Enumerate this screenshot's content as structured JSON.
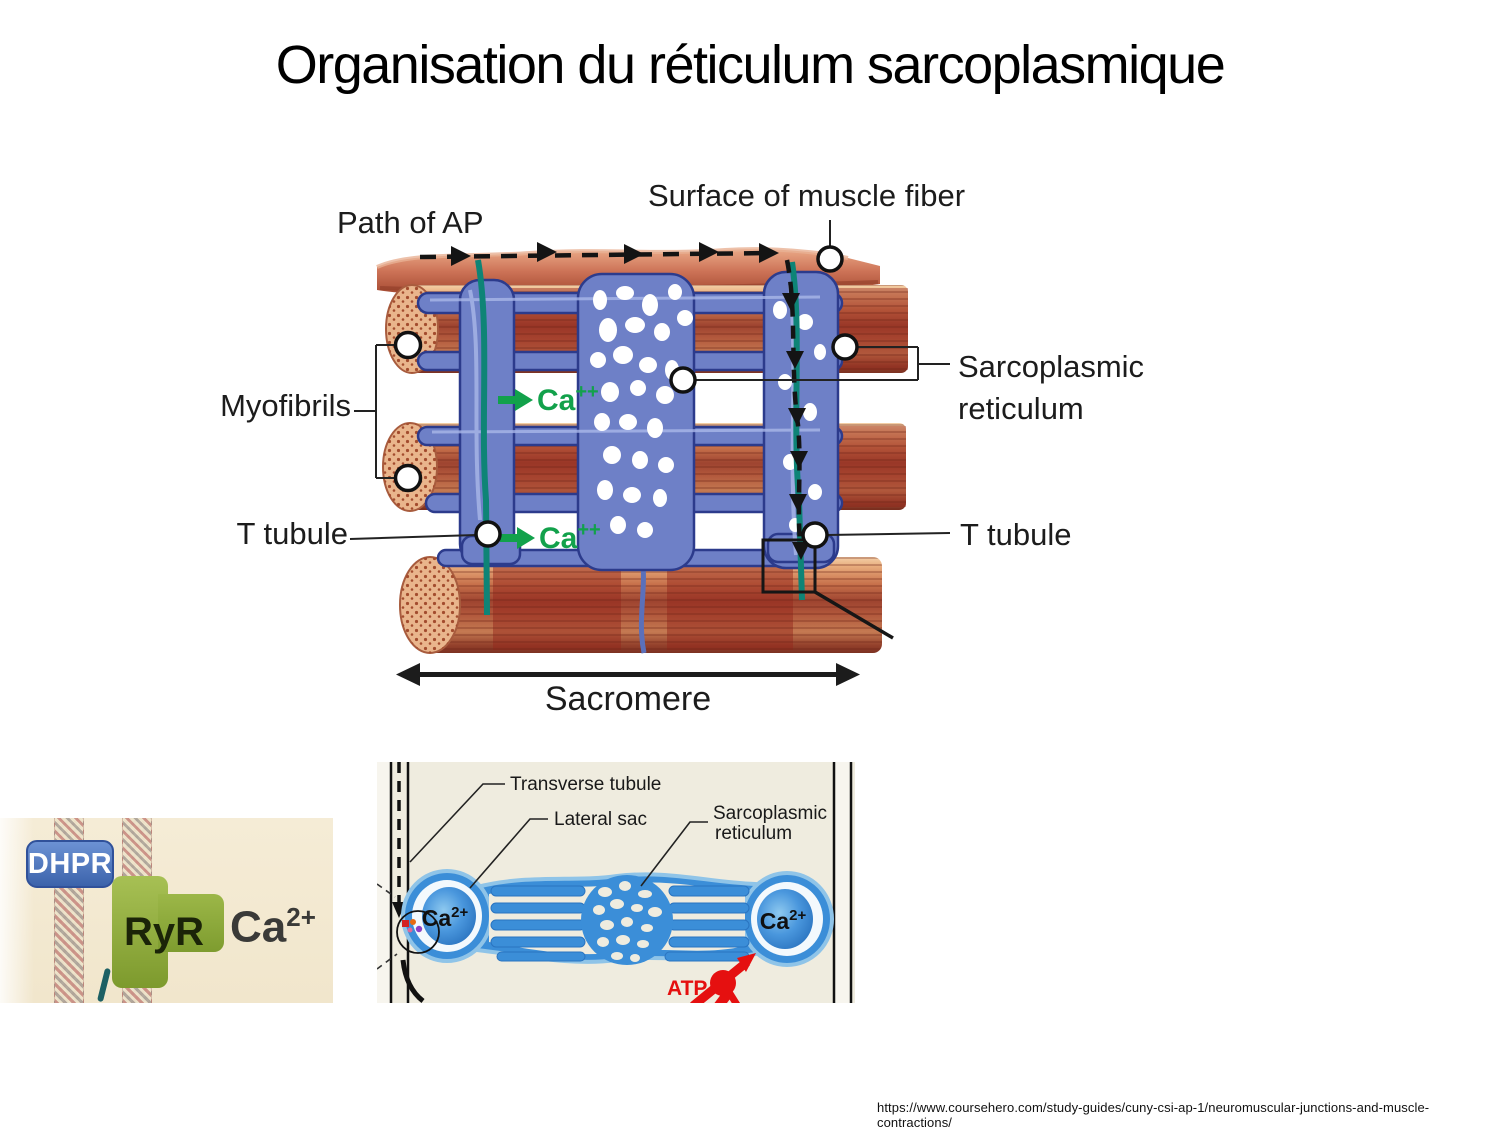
{
  "slide": {
    "title": "Organisation du réticulum sarcoplasmique",
    "citation": "https://www.coursehero.com/study-guides/cuny-csi-ap-1/neuromuscular-junctions-and-muscle-contractions/"
  },
  "main_diagram": {
    "labels": {
      "path_of_ap": "Path of AP",
      "surface_of_muscle_fiber": "Surface of muscle fiber",
      "myofibrils": "Myofibrils",
      "sarcoplasmic_reticulum_line1": "Sarcoplasmic",
      "sarcoplasmic_reticulum_line2": "reticulum",
      "t_tubule": "T tubule",
      "sarcomere": "Sacromere",
      "calcium_base": "Ca",
      "calcium_sup": "++"
    }
  },
  "dhpr_figure": {
    "dhpr_label": "DHPR",
    "ryr_label": "RyR",
    "calcium_base": "Ca",
    "calcium_sup": "2+"
  },
  "triad_figure": {
    "labels": {
      "transverse_tubule": "Transverse tubule",
      "lateral_sac": "Lateral sac",
      "sarcoplasmic_reticulum_line1": "Sarcoplasmic",
      "sarcoplasmic_reticulum_line2": "reticulum",
      "atp": "ATP",
      "calcium_base": "Ca",
      "calcium_sup": "2+"
    }
  },
  "colors": {
    "calcium_green": "#12a14b",
    "sr_blue": "#6e80c7",
    "sr_outline_blue": "#2c3b8c",
    "muscle_red": "#b85a40",
    "t_tubule_teal": "#0e8476",
    "dhpr_blue": "#4a71b4",
    "ryr_green": "#8fae3a",
    "atp_red": "#e51010",
    "triad_blue": "#3b8ed8"
  }
}
